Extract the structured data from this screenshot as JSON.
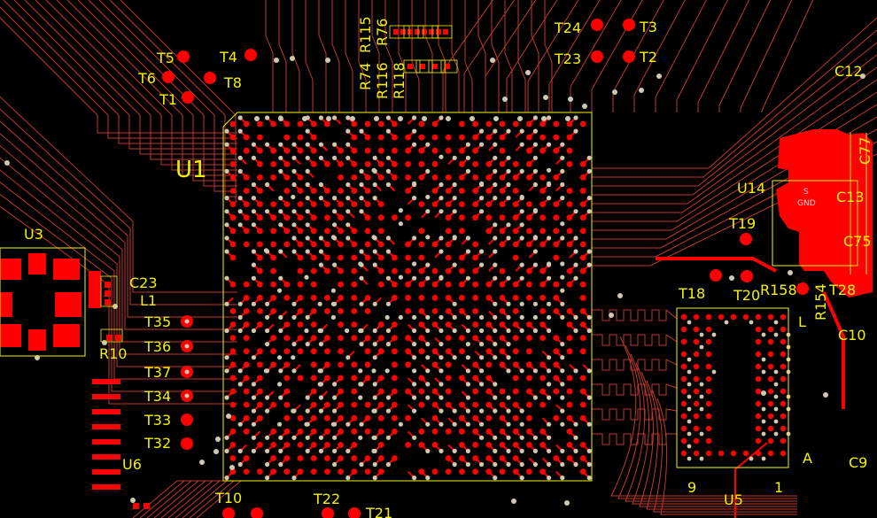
{
  "colors": {
    "background": "#000000",
    "copper": "#ff0000",
    "trace": "#c0392b",
    "silkscreen": "#f5f200",
    "via": "#cfc9b3"
  },
  "labels": {
    "u1": "U1",
    "u3": "U3",
    "u5": "U5",
    "u6": "U6",
    "u14": "U14",
    "c9": "C9",
    "c10": "C10",
    "c12": "C12",
    "c13": "C13",
    "c23": "C23",
    "c75": "C75",
    "c77": "C77",
    "l1": "L1",
    "r10": "R10",
    "r74": "R74",
    "r115": "R115",
    "r76": "R76",
    "r116": "R116",
    "r118": "R118",
    "r158": "R158",
    "r154": "R154",
    "t1": "T1",
    "t2": "T2",
    "t3": "T3",
    "t4": "T4",
    "t5": "T5",
    "t6": "T6",
    "t8": "T8",
    "t10": "T10",
    "t18": "T18",
    "t19": "T19",
    "t20": "T20",
    "t21": "T21",
    "t22": "T22",
    "t23": "T23",
    "t24": "T24",
    "t28": "T28",
    "t32": "T32",
    "t33": "T33",
    "t34": "T34",
    "t35": "T35",
    "t36": "T36",
    "t37": "T37",
    "u5_pin9": "9",
    "u5_pin1": "1",
    "u5_rowA": "A",
    "u5_rowL": "L",
    "gnd": "GND",
    "pin_s": "S"
  }
}
